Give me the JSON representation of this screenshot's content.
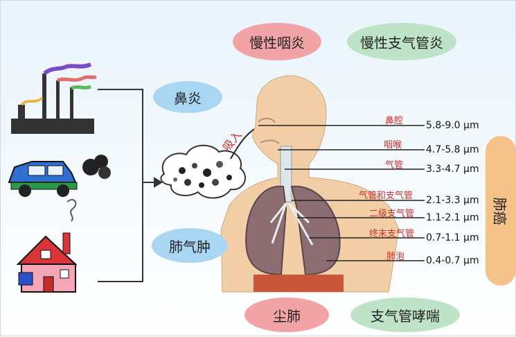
{
  "diseases": {
    "chronic_pharyngitis": "慢性咽炎",
    "chronic_bronchitis": "慢性支气管炎",
    "rhinitis": "鼻炎",
    "emphysema": "肺气肿",
    "pneumoconiosis": "尘肺",
    "asthma": "支气管哮喘",
    "lung_cancer": "肺癌"
  },
  "inhale_label": "吸入",
  "airway": [
    {
      "label": "鼻腔",
      "size": "5.8-9.0 μm"
    },
    {
      "label": "咽喉",
      "size": "4.7-5.8 μm"
    },
    {
      "label": "气管",
      "size": "3.3-4.7 μm"
    },
    {
      "label": "气管和支气管",
      "size": "2.1-3.3 μm"
    },
    {
      "label": "二级支气管",
      "size": "1.1-2.1 μm"
    },
    {
      "label": "终末支气管",
      "size": "0.7-1.1 μm"
    },
    {
      "label": "肺泡",
      "size": "0.4-0.7 μm"
    }
  ],
  "colors": {
    "pink": "#f2a3a6",
    "green": "#bfe3c6",
    "blue": "#a9d6f2",
    "orange": "#f5c28a",
    "label_red": "#cf2e2e"
  }
}
